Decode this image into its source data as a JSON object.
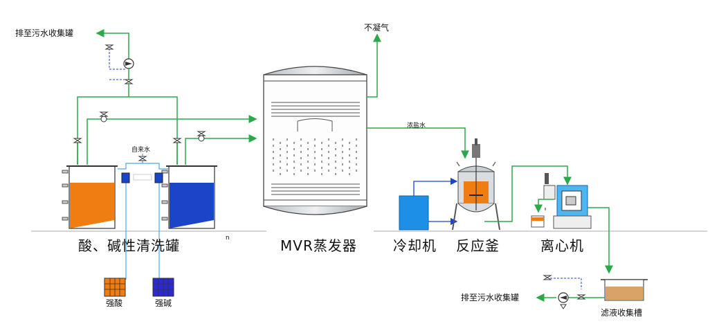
{
  "labels": {
    "discharge_top": "排至污水收集罐",
    "non_condensable": "不凝气",
    "tap_water": "自来水",
    "concentrate": "浓盐水",
    "tank_group": "酸、碱性清洗罐",
    "evaporator": "MVR蒸发器",
    "chiller": "冷却机",
    "reactor": "反应釜",
    "centrifuge": "离心机",
    "strong_acid": "强酸",
    "strong_base": "强碱",
    "discharge_bottom": "排至污水收集罐",
    "filtrate_tank": "滤液收集槽",
    "small_mark": "n"
  },
  "colors": {
    "pipe_green": "#2aa84a",
    "acid_orange": "#f07d12",
    "base_blue": "#1b45c8",
    "chiller_blue": "#1e8fe6",
    "steel_gray": "#9aa0a6",
    "signal_blue": "#2a3fd1",
    "filtrate_tan": "#d8a366"
  }
}
